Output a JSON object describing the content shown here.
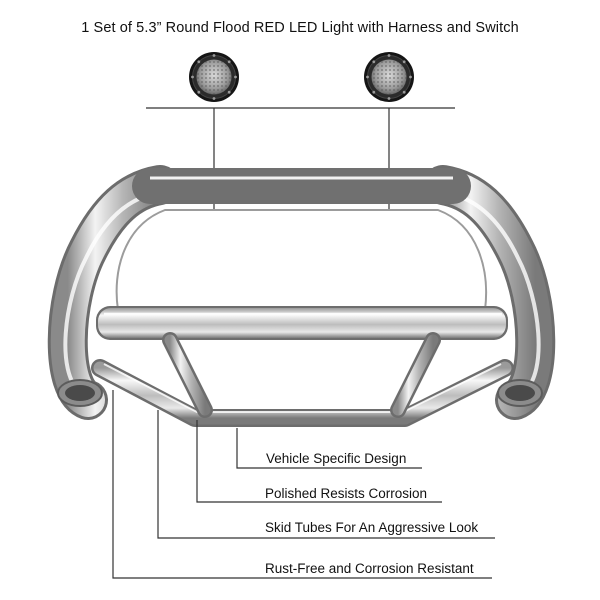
{
  "title": "1 Set of 5.3” Round Flood RED LED Light with Harness and Switch",
  "product": {
    "lights": [
      {
        "name": "left-flood-light",
        "icon": "round-led-light-icon"
      },
      {
        "name": "right-flood-light",
        "icon": "round-led-light-icon"
      }
    ],
    "main_object": "bull-bar-icon"
  },
  "features": [
    "Vehicle Specific Design",
    "Polished Resists Corrosion",
    "Skid Tubes For An Aggressive Look",
    "Rust-Free and Corrosion Resistant"
  ],
  "colors": {
    "line": "#333333",
    "light_rim": "#1a1a1a",
    "chrome_light": "#f4f4f4",
    "chrome_dark": "#7d7d7d"
  }
}
